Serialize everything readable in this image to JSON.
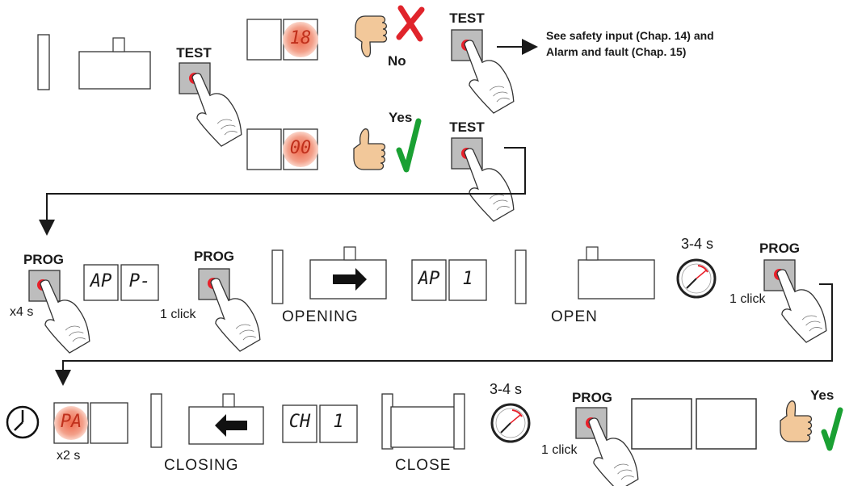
{
  "buttons": {
    "test": "TEST",
    "prog": "PROG"
  },
  "answers": {
    "no": "No",
    "yes": "Yes"
  },
  "displays": {
    "fault_code": "18",
    "ok_code": "00",
    "ap_dash_left": "AP",
    "ap_dash_right": "P-",
    "ap1_left": "AP",
    "ap1_right": "1",
    "pa": "PA",
    "ch1_left": "CH",
    "ch1_right": "1"
  },
  "labels": {
    "x4s": "x4 s",
    "one_click": "1 click",
    "x2s": "x2 s",
    "opening": "OPENING",
    "open": "OPEN",
    "closing": "CLOSING",
    "close": "CLOSE",
    "time_34": "3-4 s"
  },
  "note": {
    "line1": "See safety input (Chap. 14) and",
    "line2": "Alarm and fault (Chap. 15)"
  },
  "colors": {
    "led_glow": "#f3a08a",
    "button_dot": "#e8202a",
    "check": "#1aa033",
    "cross": "#e0242b",
    "button_face": "#bdbdbd"
  }
}
